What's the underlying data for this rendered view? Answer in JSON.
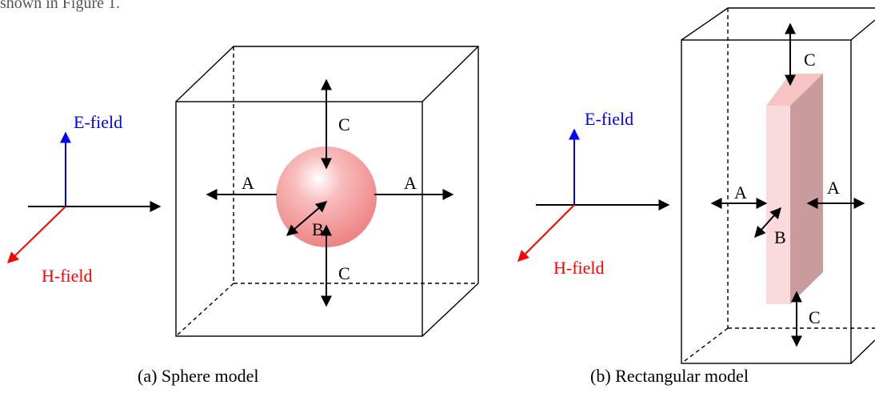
{
  "header_fragment": "shown in Figure 1.",
  "fields": {
    "e_field": "E-field",
    "h_field": "H-field"
  },
  "labels": {
    "a": "A",
    "b": "B",
    "c": "C"
  },
  "captions": {
    "sphere": "(a) Sphere model",
    "rect": "(b) Rectangular model"
  },
  "colors": {
    "e_field": "#0000ff",
    "h_field": "#ff0000",
    "axis": "#000000",
    "sphere_fill": "#f08a8a",
    "slab_front": "#fadada",
    "slab_side": "#c89c9c",
    "slab_top": "#f6c4c4"
  }
}
